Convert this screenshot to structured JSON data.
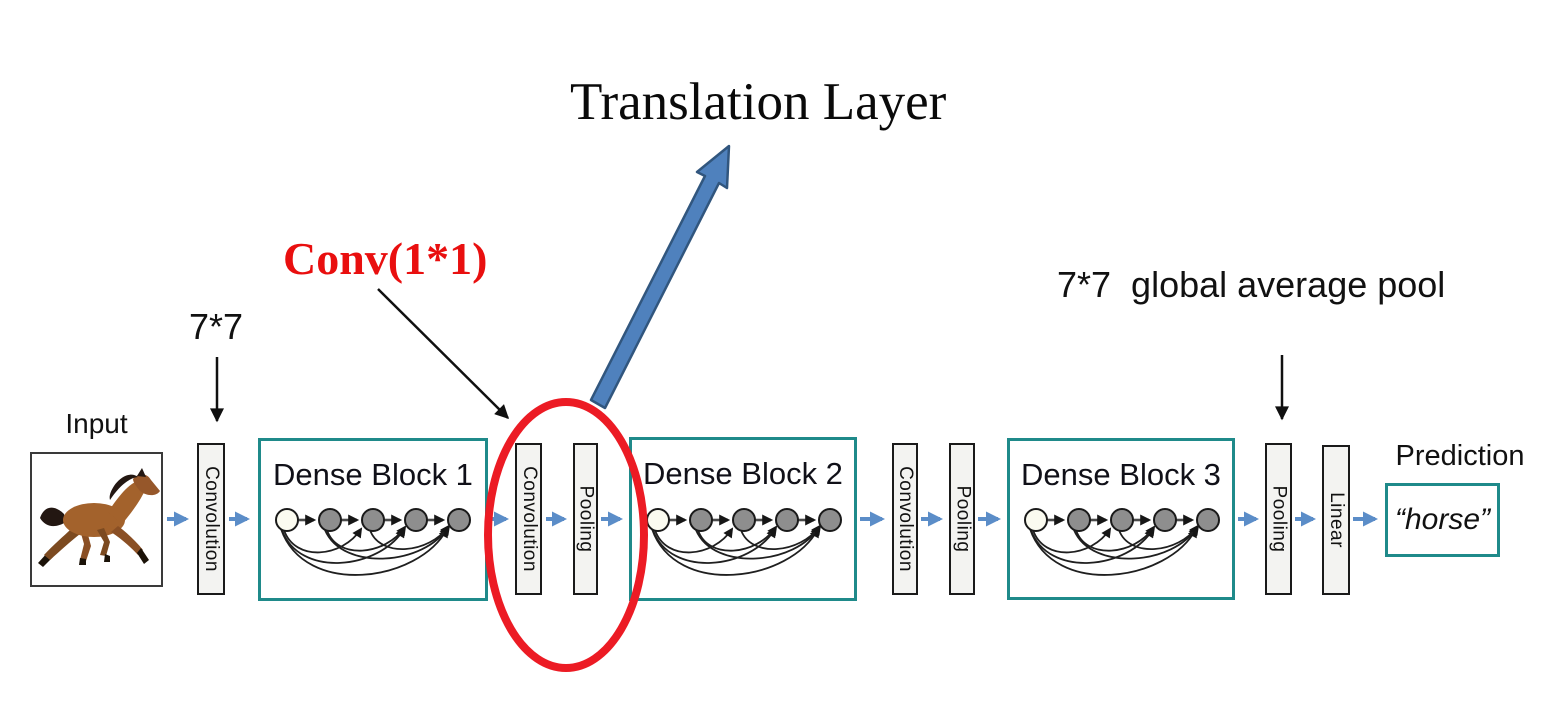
{
  "title": "Translation Layer",
  "annotations": {
    "conv_1x1": "Conv(1*1)",
    "kernel_7x7": "7*7",
    "global_average_pool": "7*7  global average pool"
  },
  "input": {
    "label": "Input"
  },
  "pipeline": {
    "conv1": "Convolution",
    "dense_block_1": "Dense Block 1",
    "conv2": "Convolution",
    "pool1": "Pooling",
    "dense_block_2": "Dense Block 2",
    "conv3": "Convolution",
    "pool2": "Pooling",
    "dense_block_3": "Dense Block 3",
    "pool3": "Pooling",
    "linear": "Linear"
  },
  "prediction": {
    "label": "Prediction",
    "value": "“horse”"
  },
  "colors": {
    "highlight_red": "#EC1B24",
    "annotation_red": "#E90F0F",
    "flow_arrow_blue": "#5B8DC8",
    "big_arrow_blue": "#4F81BD",
    "block_border_teal": "#1F8A8A",
    "layer_box_fill": "#F3F3F1"
  }
}
